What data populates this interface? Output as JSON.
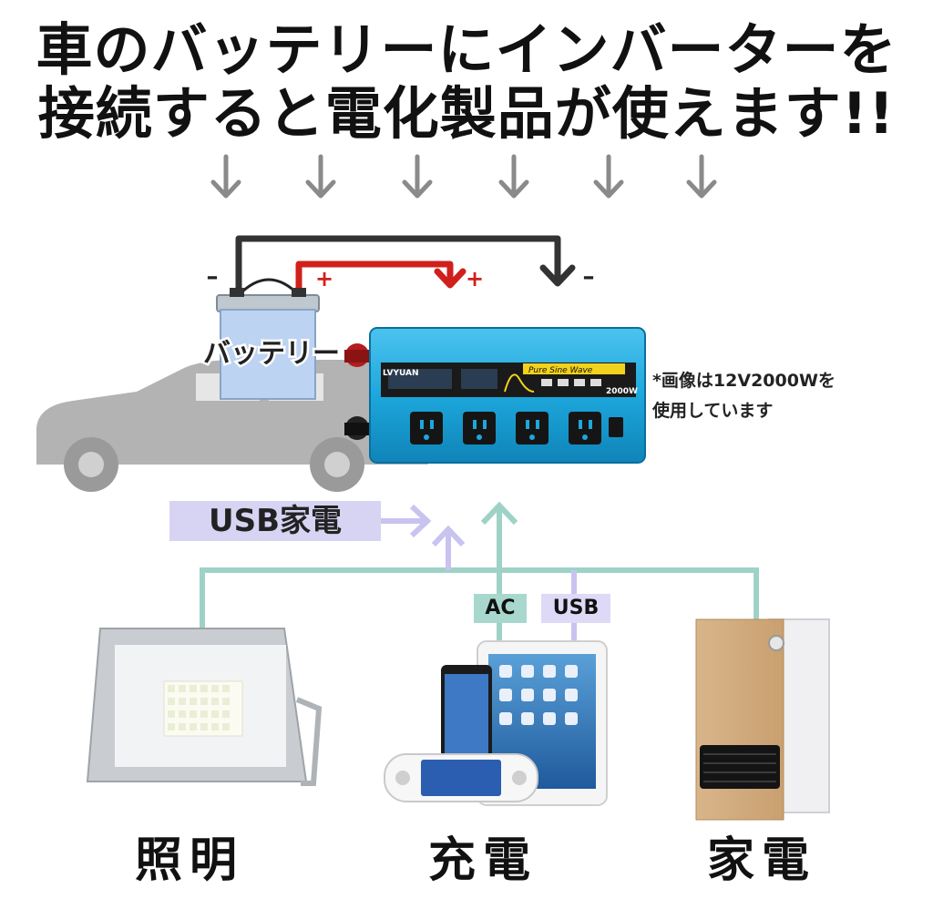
{
  "headline": {
    "line1": "車のバッテリーにインバーターを",
    "line2": "接続すると電化製品が使えます!!"
  },
  "battery": {
    "label": "バッテリー",
    "minus": "–",
    "plus": "+"
  },
  "inverter": {
    "brand": "LVYUAN",
    "panel_text": "Pure Sine Wave",
    "rating": "2000W",
    "plus": "+",
    "minus": "–"
  },
  "note": {
    "line1": "*画像は12V2000Wを",
    "line2": "使用しています"
  },
  "tags": {
    "usb_appliance": "USB家電",
    "ac": "AC",
    "usb": "USB"
  },
  "labels": {
    "lighting": "照明",
    "charging": "充電",
    "appliance": "家電"
  },
  "colors": {
    "cable_black": "#333333",
    "cable_red": "#d0201c",
    "teal_line": "#9fd2c7",
    "lavender": "#c8c3ef",
    "inverter_blue": "#1da7dc",
    "arrow_gray": "#8a8a8a"
  }
}
